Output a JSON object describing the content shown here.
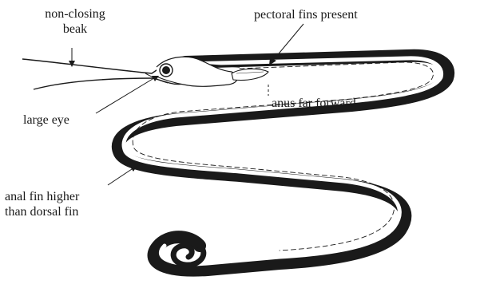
{
  "labels": {
    "beak_line1": "non-closing",
    "beak_line2": "beak",
    "pectoral": "pectoral fins present",
    "eye": "large eye",
    "anus": "anus far forward",
    "anal_line1": "anal fin higher",
    "anal_line2": "than dorsal fin"
  },
  "colors": {
    "ink": "#1a1a1a",
    "background": "#ffffff"
  }
}
